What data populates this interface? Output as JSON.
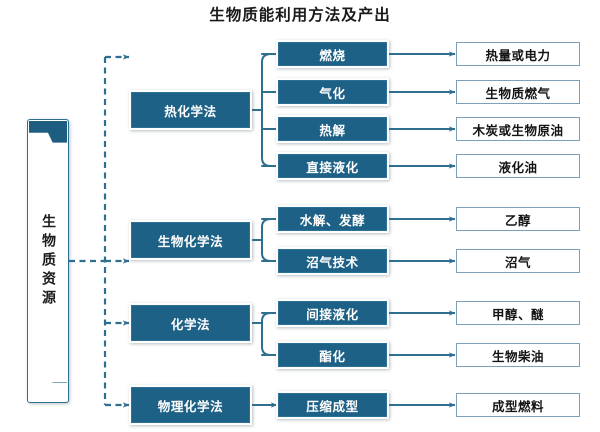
{
  "title": "生物质能利用方法及产出",
  "colors": {
    "node_fill": "#1E6186",
    "node_text": "#FFFFFF",
    "output_border": "#7D9FB8",
    "output_text": "#141414",
    "connector": "#2E6E8E",
    "source_header": "#1D5E80",
    "background": "#FFFFFF"
  },
  "source": {
    "label": "生物质资源",
    "orientation": "vertical"
  },
  "methods": [
    {
      "id": "thermochemical",
      "label": "热化学法"
    },
    {
      "id": "biochemical",
      "label": "生物化学法"
    },
    {
      "id": "chemical",
      "label": "化学法"
    },
    {
      "id": "physicochemical",
      "label": "物理化学法"
    }
  ],
  "processes": [
    {
      "id": "combustion",
      "label": "燃烧",
      "method": "thermochemical"
    },
    {
      "id": "gasification",
      "label": "气化",
      "method": "thermochemical"
    },
    {
      "id": "pyrolysis",
      "label": "热解",
      "method": "thermochemical"
    },
    {
      "id": "direct-liquefaction",
      "label": "直接液化",
      "method": "thermochemical"
    },
    {
      "id": "hydrolysis-fermentation",
      "label": "水解、发酵",
      "method": "biochemical"
    },
    {
      "id": "biogas-technology",
      "label": "沼气技术",
      "method": "biochemical"
    },
    {
      "id": "indirect-liquefaction",
      "label": "间接液化",
      "method": "chemical"
    },
    {
      "id": "esterification",
      "label": "酯化",
      "method": "chemical"
    },
    {
      "id": "compression-molding",
      "label": "压缩成型",
      "method": "physicochemical"
    }
  ],
  "outputs": [
    {
      "id": "heat-or-electricity",
      "label": "热量或电力",
      "process": "combustion"
    },
    {
      "id": "biomass-fuel-gas",
      "label": "生物质燃气",
      "process": "gasification"
    },
    {
      "id": "charcoal-or-bio-oil",
      "label": "木炭或生物原油",
      "process": "pyrolysis"
    },
    {
      "id": "liquefied-oil",
      "label": "液化油",
      "process": "direct-liquefaction"
    },
    {
      "id": "ethanol",
      "label": "乙醇",
      "process": "hydrolysis-fermentation"
    },
    {
      "id": "biogas",
      "label": "沼气",
      "process": "biogas-technology"
    },
    {
      "id": "methanol-ether",
      "label": "甲醇、醚",
      "process": "indirect-liquefaction"
    },
    {
      "id": "biodiesel",
      "label": "生物柴油",
      "process": "esterification"
    },
    {
      "id": "molded-fuel",
      "label": "成型燃料",
      "process": "compression-molding"
    }
  ]
}
